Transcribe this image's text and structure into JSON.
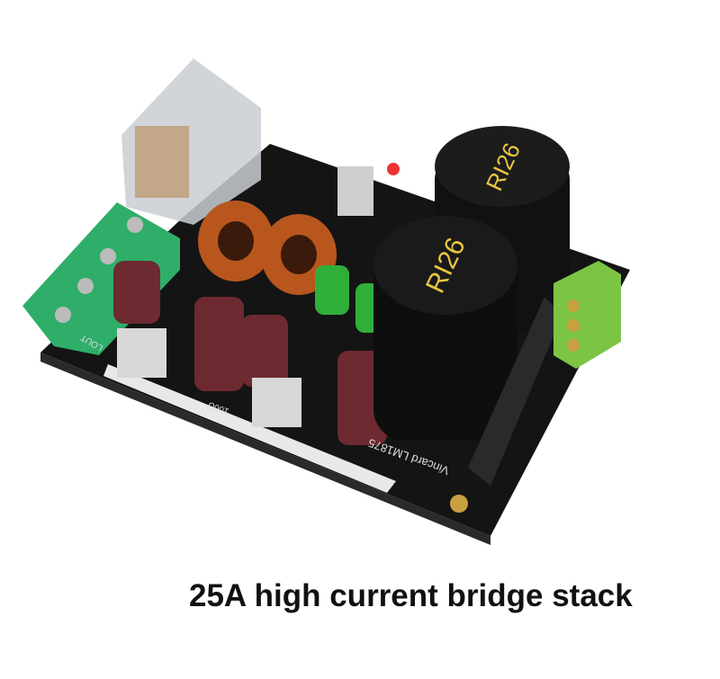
{
  "caption": "25A high current bridge stack",
  "product_markings": {
    "capacitor_label_1": "RI26",
    "capacitor_label_2": "RI26",
    "board_label": "Vincard LM1875",
    "cap_value": "100U",
    "output_label": "LOUT"
  },
  "colors": {
    "pcb": "#141414",
    "terminal_green": "#2fae6a",
    "right_terminal": "#7cc444",
    "copper": "#b8561e",
    "small_cap_green": "#2fae3a",
    "cap_maroon": "#6d2a30"
  }
}
